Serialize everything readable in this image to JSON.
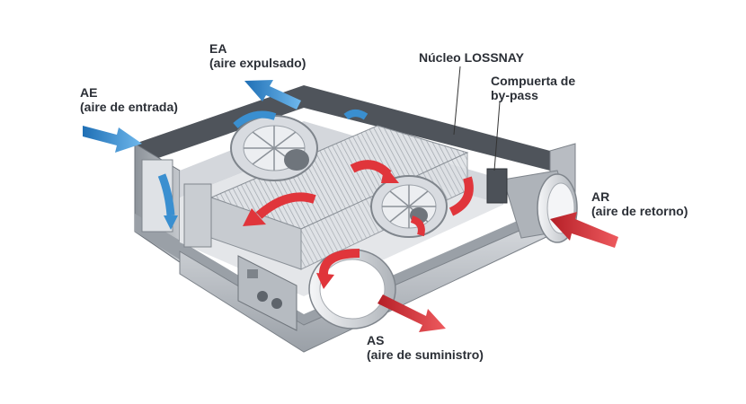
{
  "labels": {
    "ea": {
      "code": "EA",
      "desc": "(aire expulsado)"
    },
    "ae": {
      "code": "AE",
      "desc": "(aire de entrada)"
    },
    "ar": {
      "code": "AR",
      "desc": "(aire de retorno)"
    },
    "as": {
      "code": "AS",
      "desc": "(aire de suministro)"
    },
    "core": "Núcleo LOSSNAY",
    "bypass_line1": "Compuerta de",
    "bypass_line2": "by-pass"
  },
  "colors": {
    "exhaust_arrow": "#3a8fd0",
    "supply_arrow": "#e0353b",
    "casing": "#c9ccd1",
    "casing_dark": "#5b6068",
    "text": "#2b2f36"
  },
  "icons": [
    "blue-airflow-arrow",
    "red-airflow-arrow",
    "fan-icon",
    "heat-exchanger-core"
  ]
}
